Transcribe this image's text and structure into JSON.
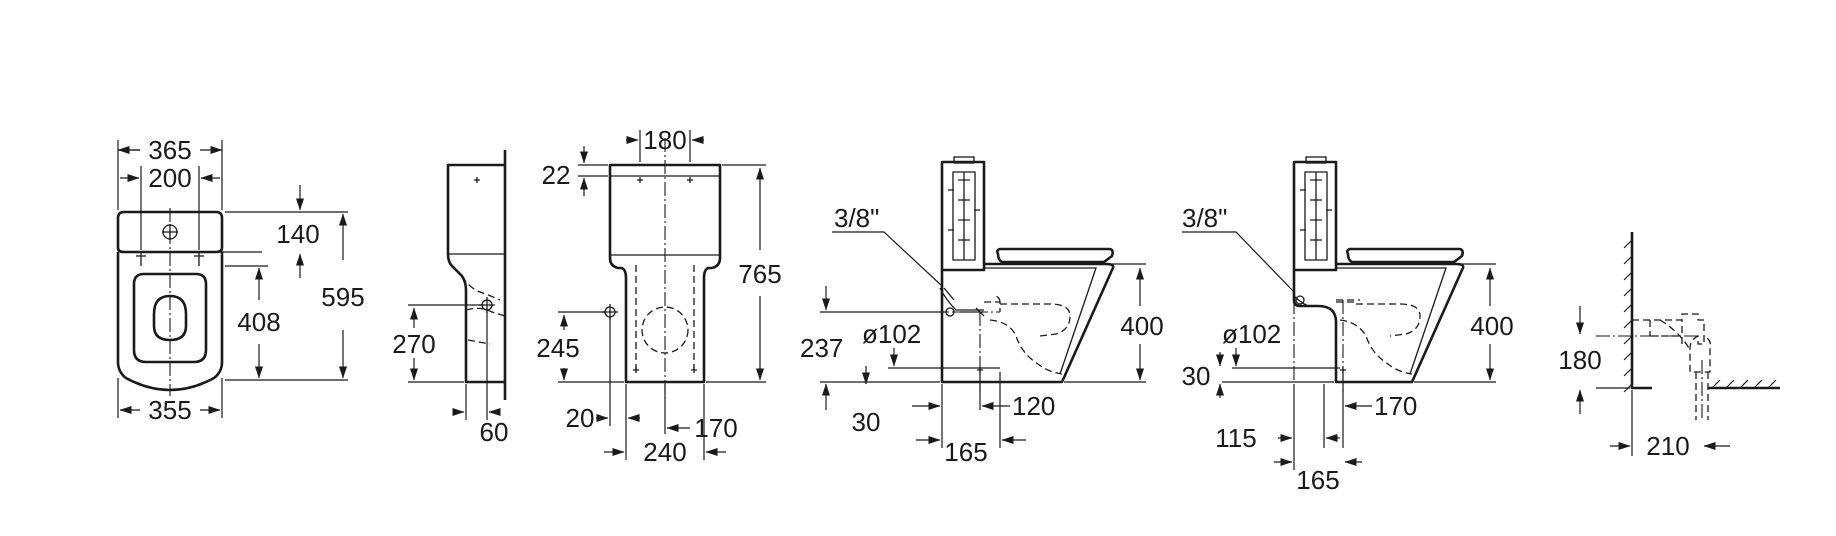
{
  "views": {
    "top_view": {
      "labels": [
        "365",
        "200",
        "140",
        "595",
        "408",
        "355"
      ]
    },
    "side_view": {
      "labels": [
        "270",
        "60"
      ]
    },
    "front_view": {
      "labels": [
        "180",
        "22",
        "765",
        "245",
        "20",
        "170",
        "240"
      ]
    },
    "section_floor_outlet": {
      "labels": [
        "3/8\"",
        "ø102",
        "400",
        "237",
        "30",
        "120",
        "165"
      ]
    },
    "section_wall_outlet": {
      "labels": [
        "3/8\"",
        "ø102",
        "400",
        "30",
        "170",
        "115",
        "165"
      ]
    },
    "outlet_detail": {
      "labels": [
        "180",
        "210"
      ]
    }
  }
}
